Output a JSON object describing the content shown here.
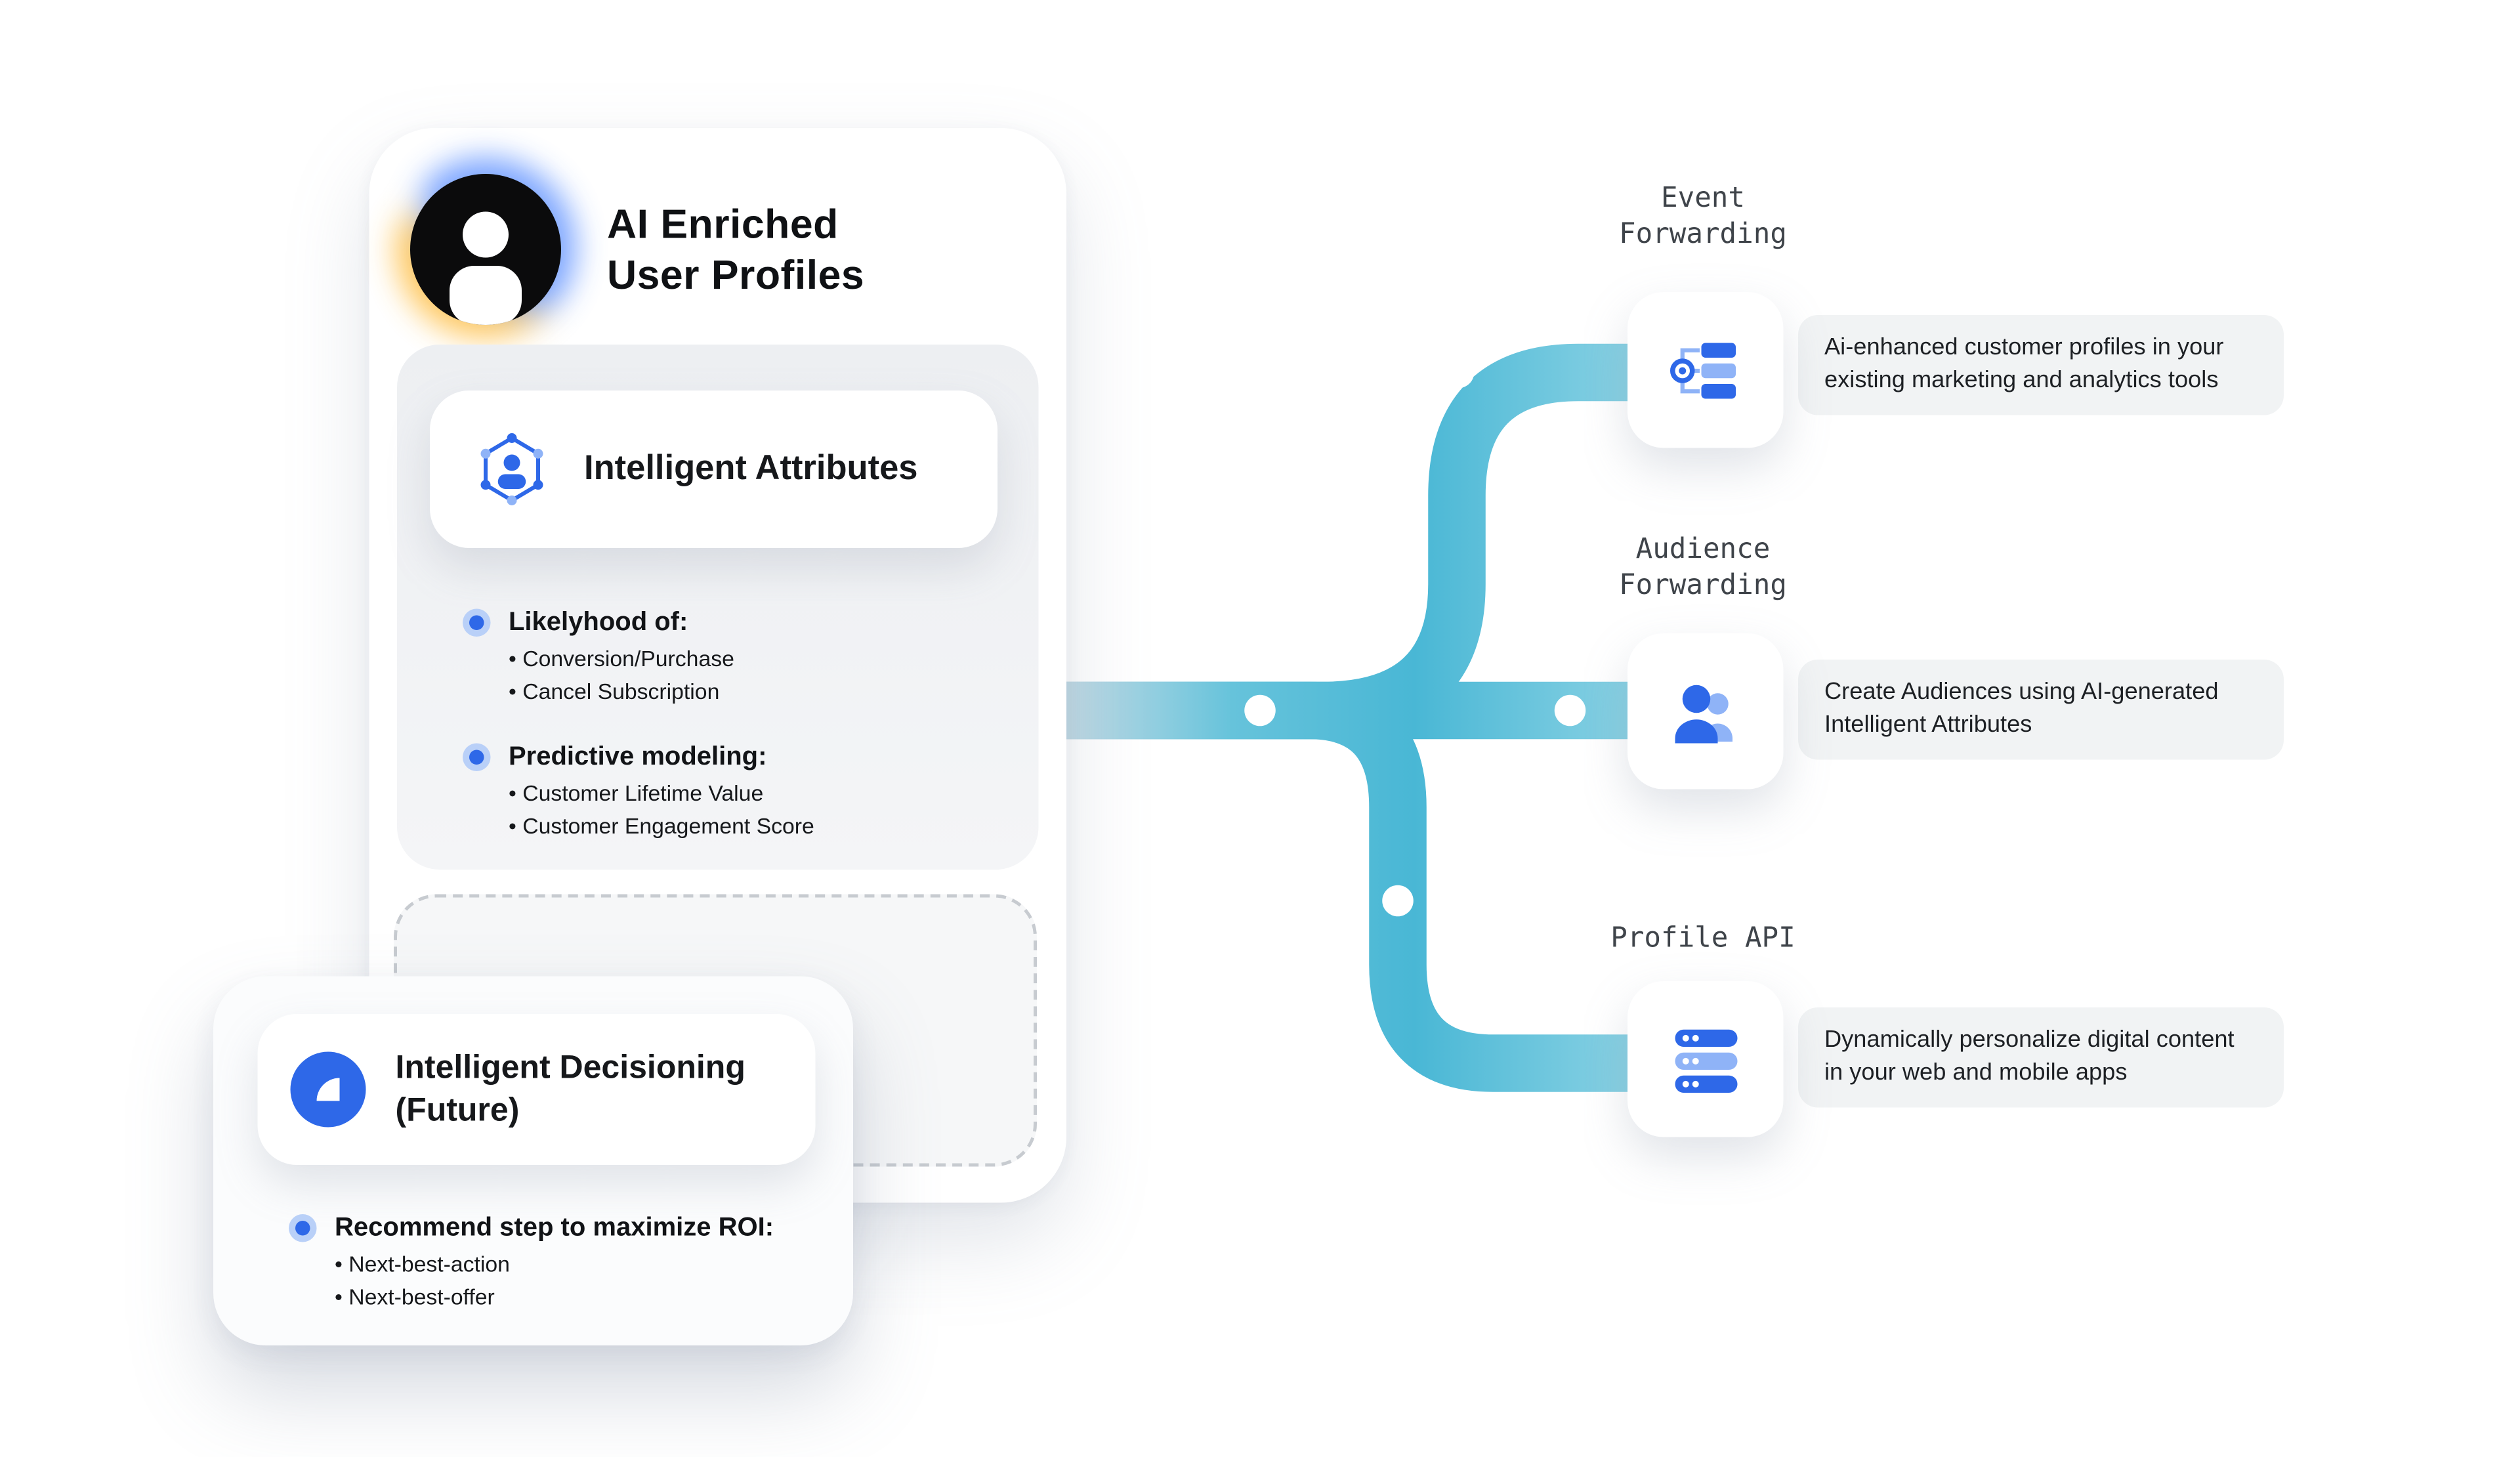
{
  "palette": {
    "accent_blue": "#2E68E8",
    "light_blue": "#8FB3F7",
    "pipe_teal": "#49B7D5",
    "panel_gray": "#F1F3F4",
    "text_dark": "#16181B",
    "label_gray": "#3F444A"
  },
  "icons": {
    "avatar": "user-avatar-icon",
    "attributes": "network-cluster-icon",
    "decisioning": "leaf-pie-icon",
    "event_forwarding": "flowchart-icon",
    "audience_forwarding": "people-icon",
    "profile_api": "server-stack-icon",
    "bullet": "radio-dot-icon"
  },
  "profile_card": {
    "title": "AI Enriched\nUser Profiles",
    "attributes": {
      "header": "Intelligent Attributes",
      "bullets": [
        {
          "title": "Likelyhood of:",
          "items": [
            "• Conversion/Purchase",
            "• Cancel Subscription"
          ]
        },
        {
          "title": "Predictive modeling:",
          "items": [
            "• Customer Lifetime Value",
            "• Customer Engagement Score"
          ]
        }
      ]
    }
  },
  "decisioning_card": {
    "header": "Intelligent Decisioning\n(Future)",
    "bullet": {
      "title": "Recommend step to maximize ROI:",
      "items": [
        "• Next-best-action",
        "• Next-best-offer"
      ]
    }
  },
  "outputs": [
    {
      "label": "Event\nForwarding",
      "description": "Ai-enhanced customer profiles in your existing marketing and analytics tools"
    },
    {
      "label": "Audience\nForwarding",
      "description": "Create Audiences using AI-generated Intelligent Attributes"
    },
    {
      "label": "Profile API",
      "description": "Dynamically personalize digital content in your web and mobile apps"
    }
  ]
}
